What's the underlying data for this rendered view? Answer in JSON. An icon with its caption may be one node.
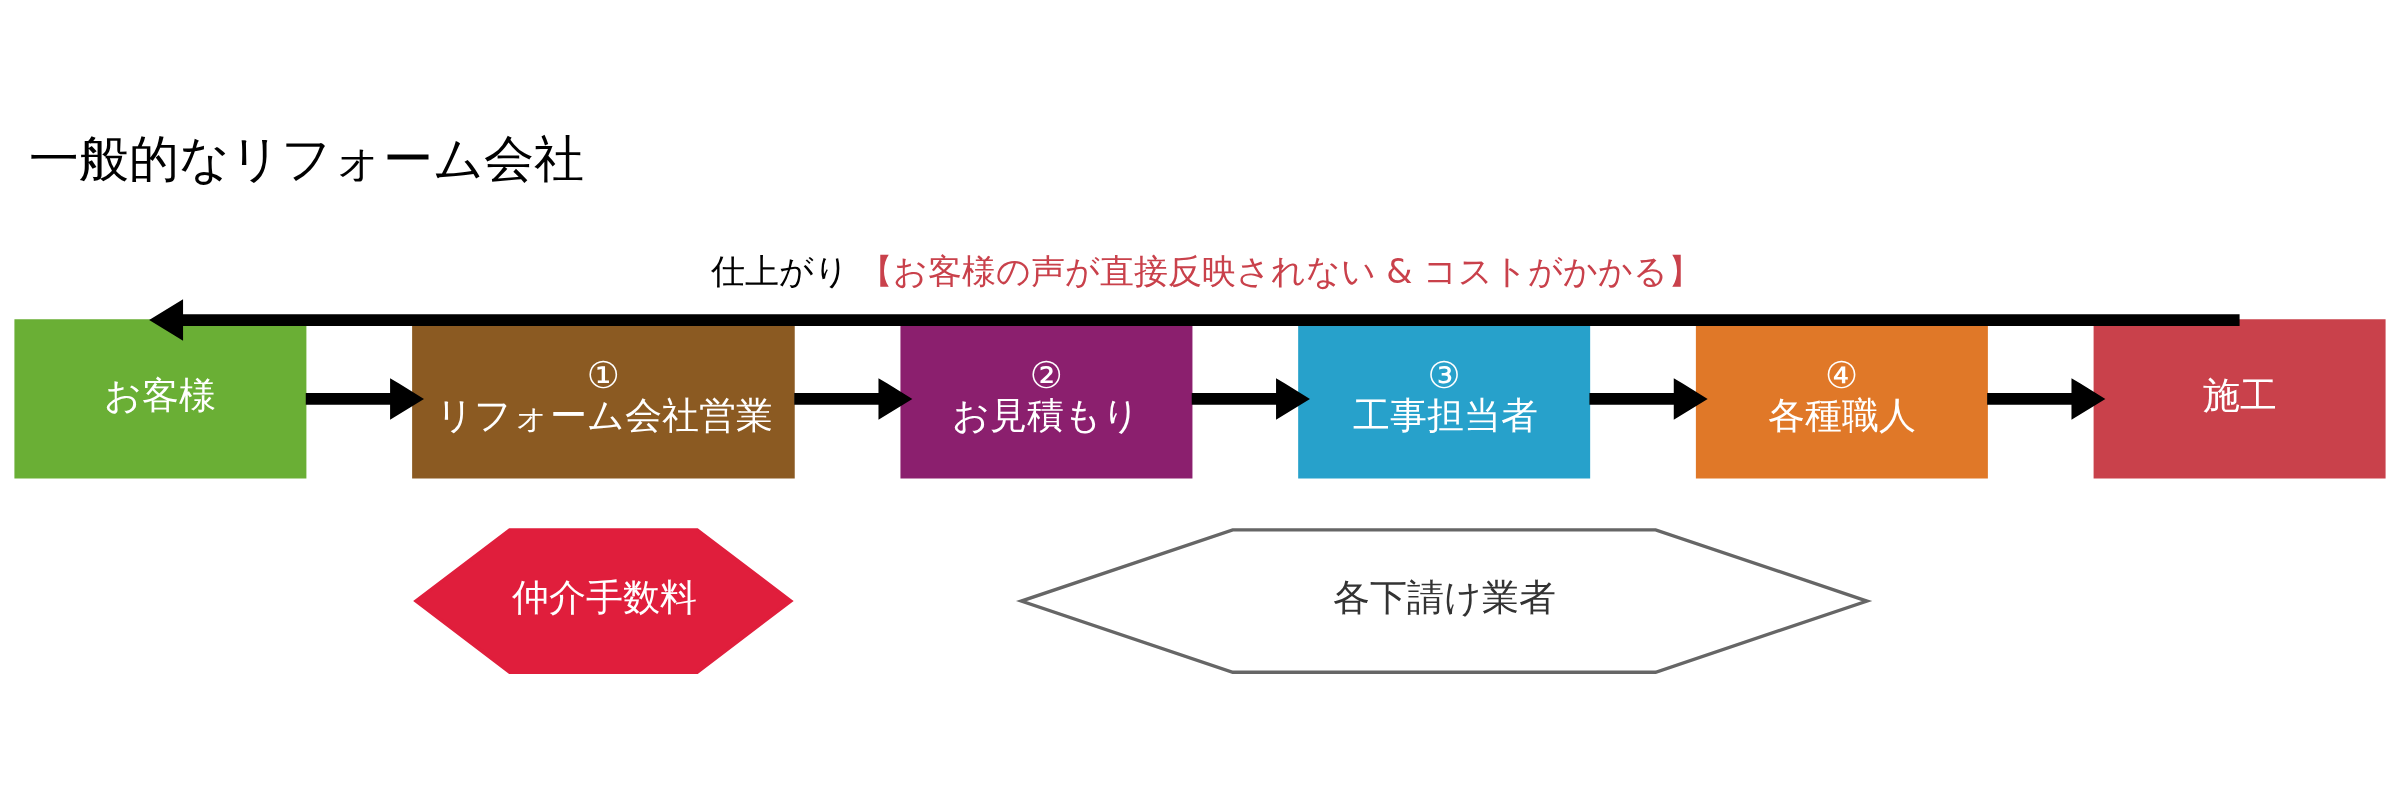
{
  "diagram": {
    "title": "一般的なリフォーム会社",
    "nodes": [
      {
        "text": [
          "お客様"
        ]
      },
      {
        "text": [
          "①",
          "リフォーム会社営業"
        ]
      },
      {
        "text": [
          "②",
          "お見積もり"
        ]
      },
      {
        "text": [
          "③",
          "工事担当者"
        ]
      },
      {
        "text": [
          "④",
          "各種職人"
        ]
      },
      {
        "text": [
          "施工"
        ]
      },
      {
        "text": [
          "仲介手数料"
        ]
      },
      {
        "text": [
          "各下請け業者"
        ]
      }
    ],
    "edges": [
      {
        "from": 0,
        "to": 1,
        "arrow": "to"
      },
      {
        "from": 1,
        "to": 2,
        "arrow": "to"
      },
      {
        "from": 2,
        "to": 3,
        "arrow": "to"
      },
      {
        "from": 3,
        "to": 4,
        "arrow": "to"
      },
      {
        "from": 4,
        "to": 5,
        "arrow": "to"
      },
      {
        "from": 5,
        "to": 0,
        "arrow": "to",
        "label": "仕上がり"
      }
    ],
    "labels": [
      "【お客様の声が直接反映されない & コストがかかる】"
    ]
  }
}
